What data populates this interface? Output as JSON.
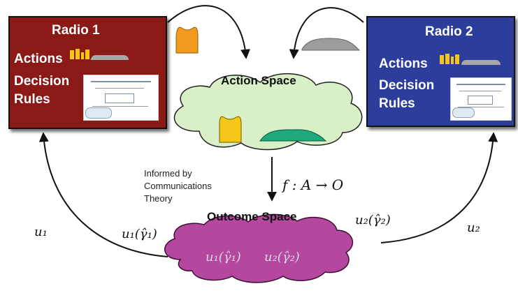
{
  "radio1": {
    "title": "Radio 1",
    "actions_label": "Actions",
    "decision_label": "Decision",
    "rules_label": "Rules",
    "color": "#8b1a17"
  },
  "radio2": {
    "title": "Radio 2",
    "actions_label": "Actions",
    "decision_label": "Decision",
    "rules_label": "Rules",
    "color": "#2d3d9c"
  },
  "action_space": {
    "label": "Action Space",
    "color": "#d9efc8"
  },
  "outcome_space": {
    "label": "Outcome Space",
    "color": "#b5479e",
    "u1": "u₁(γ̂₁)",
    "u2": "u₂(γ̂₂)"
  },
  "mapping": {
    "function_label": "f : A → O",
    "note": [
      "Informed by",
      "Communications",
      "Theory"
    ]
  },
  "feedback": {
    "left_u": "u₁",
    "right_u": "u₂",
    "left_util": "u₁(γ̂₁)",
    "right_util": "u₂(γ̂₂)"
  },
  "icons": [
    "orange-spectrum-shape",
    "gray-spectrum-shape",
    "yellow-spectrum-shape",
    "teal-spectrum-shape",
    "flow-arrow"
  ]
}
